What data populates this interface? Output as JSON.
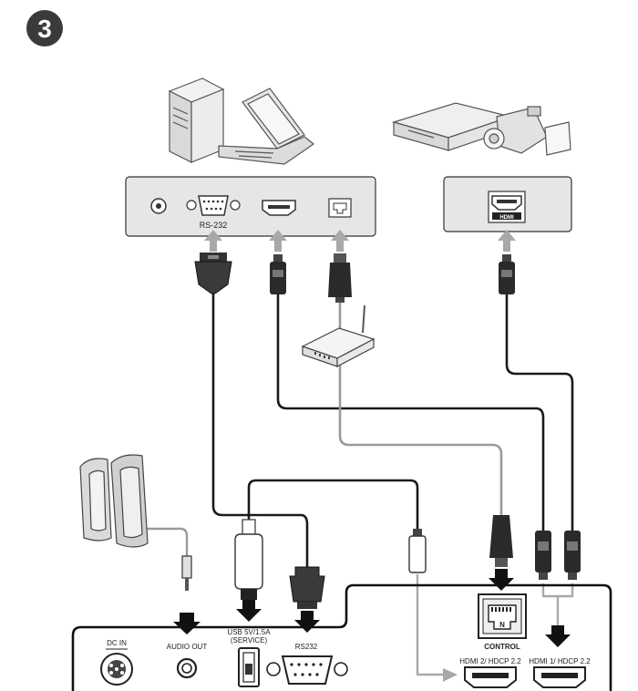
{
  "step_badge": {
    "number": "3"
  },
  "source_panel_left": {
    "ports": {
      "rs232": "RS-232"
    }
  },
  "source_panel_right": {
    "ports": {
      "hdmi": "HDMI"
    }
  },
  "projector_panel": {
    "labels": {
      "dc_in": "DC IN",
      "audio_out": "AUDIO OUT",
      "usb": "USB 5V/1.5A",
      "usb_sub": "(SERVICE)",
      "rs232": "RS232",
      "control": "CONTROL",
      "lan_mark": "N",
      "hdmi2": "HDMI 2/ HDCP 2.2",
      "hdmi1": "HDMI 1/ HDCP 2.2"
    }
  },
  "colors": {
    "black_cable": "#1a1a1a",
    "gray_cable": "#9a9a9a",
    "arrow_gray": "#a8a8a8",
    "badge": "#3a3a3a"
  }
}
